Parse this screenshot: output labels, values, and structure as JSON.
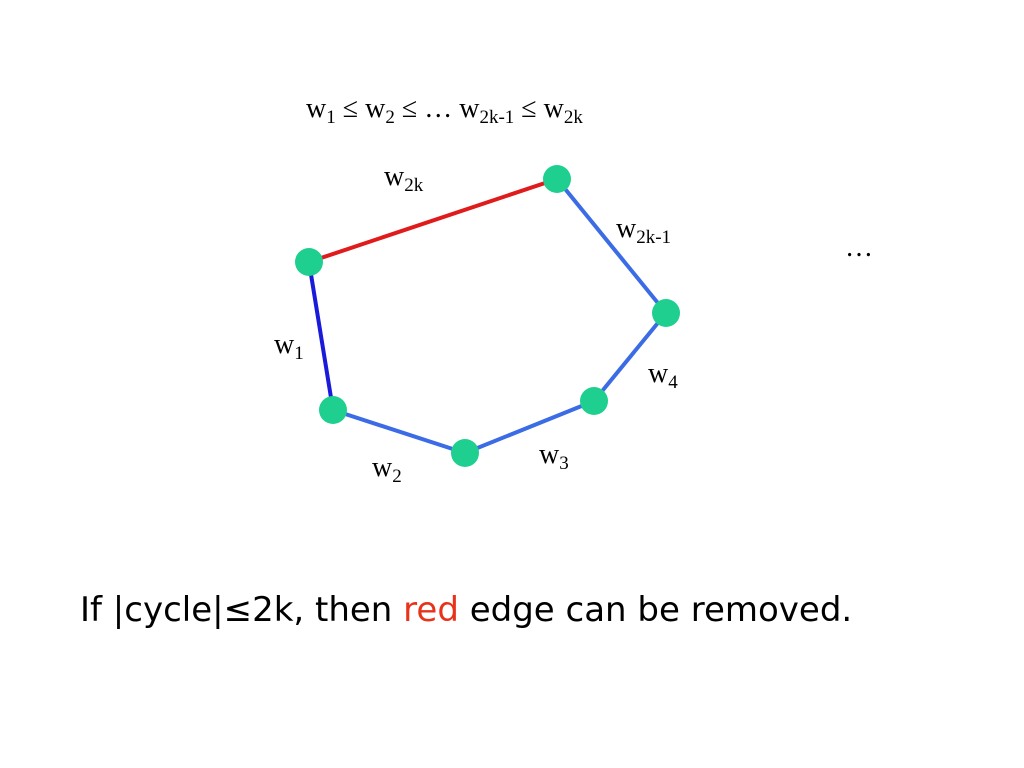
{
  "title": {
    "w1": "w",
    "s1": "1",
    "leq1": " ≤ ",
    "w2": "w",
    "s2": "2",
    "leq2": " ≤ … ",
    "w3": "w",
    "s3": "2k-1",
    "leq3": " ≤ ",
    "w4": "w",
    "s4": "2k"
  },
  "edges": [
    {
      "id": "w1",
      "base": "w",
      "sub": "1",
      "color": "#1a1adb"
    },
    {
      "id": "w2",
      "base": "w",
      "sub": "2",
      "color": "#3c6be6"
    },
    {
      "id": "w3",
      "base": "w",
      "sub": "3",
      "color": "#3c6be6"
    },
    {
      "id": "w4",
      "base": "w",
      "sub": "4",
      "color": "#3c6be6"
    },
    {
      "id": "w2k-1",
      "base": "w",
      "sub": "2k-1",
      "color": "#3c6be6"
    },
    {
      "id": "w2k",
      "base": "w",
      "sub": "2k",
      "color": "#e01b1b"
    }
  ],
  "node_color": "#1fcf8f",
  "ellipsis": "…",
  "caption": {
    "before": "If |cycle|≤2k, then ",
    "highlight": "red",
    "after": " edge can be removed.",
    "highlight_color": "#e8321a"
  }
}
